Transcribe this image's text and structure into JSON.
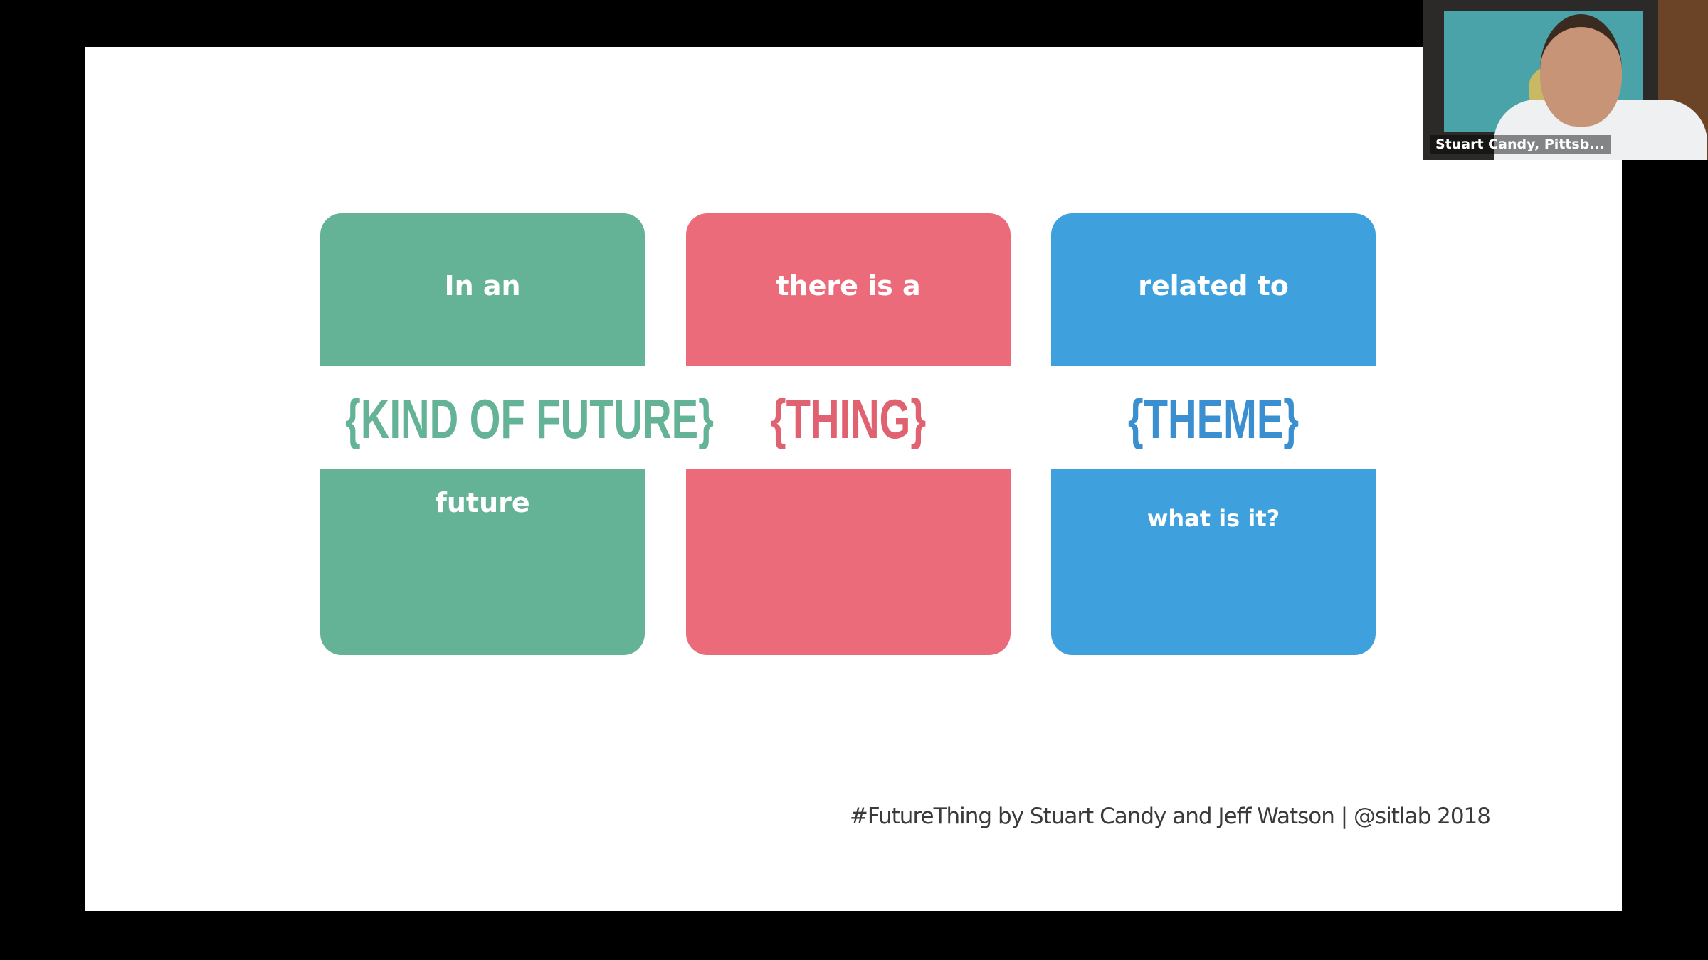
{
  "slide": {
    "cards": [
      {
        "top_text": "In an",
        "big_text": "{KIND OF FUTURE}",
        "bottom_text": "future",
        "color": "#65b396"
      },
      {
        "top_text": "there is a",
        "big_text": "{THING}",
        "bottom_text": "",
        "color": "#ec6b7b"
      },
      {
        "top_text": "related to",
        "big_text": "{THEME}",
        "bottom_text": "what is it?",
        "color": "#3ea1de"
      }
    ],
    "footer": "#FutureThing by Stuart Candy and Jeff Watson | @sitlab 2018"
  },
  "video": {
    "participant_name": "Stuart Candy, Pittsb..."
  }
}
